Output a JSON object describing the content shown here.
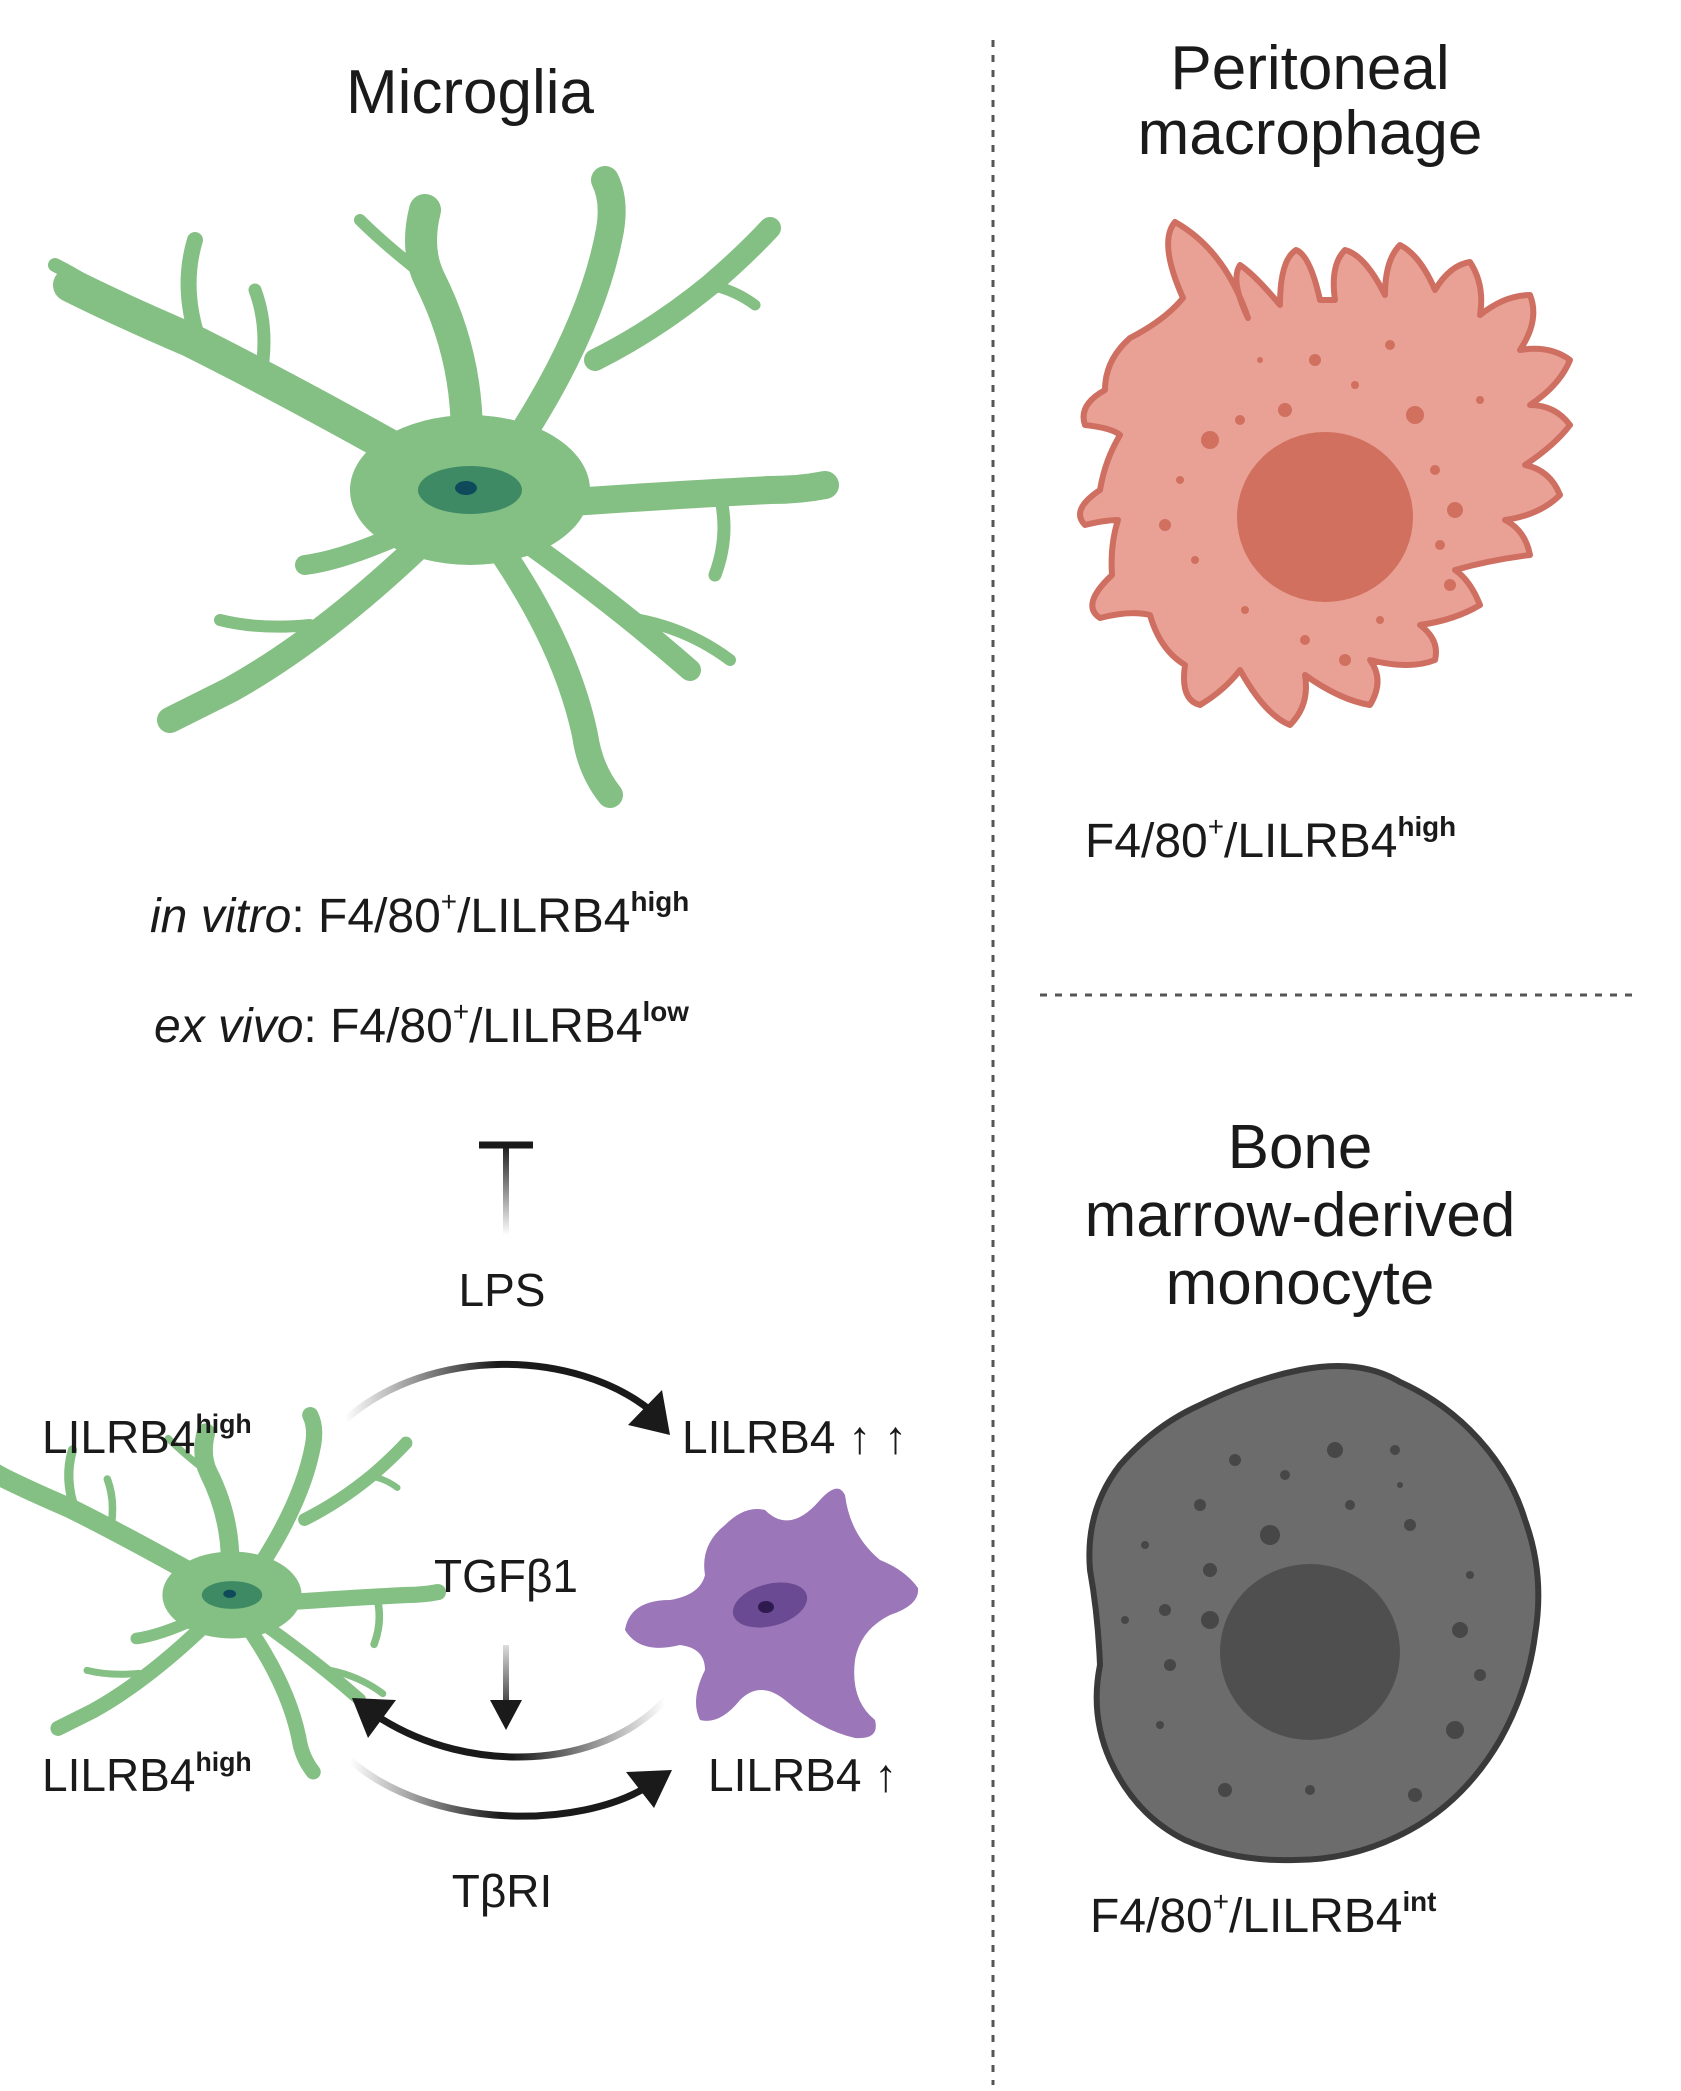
{
  "panels": {
    "microglia": {
      "title": "Microglia",
      "line1": {
        "prefix": "in vitro",
        "sep": ": ",
        "base": "F4/80",
        "plus": "+",
        "mid": "/LILRB4",
        "level": "high"
      },
      "line2": {
        "prefix": "ex vivo",
        "sep": ": ",
        "base": "F4/80",
        "plus": "+",
        "mid": "/LILRB4",
        "level": "low"
      }
    },
    "peritoneal": {
      "title_line1": "Peritoneal",
      "title_line2": "macrophage",
      "marker": {
        "base": "F4/80",
        "plus": "+",
        "mid": "/LILRB4",
        "level": "high"
      }
    },
    "bone_marrow": {
      "title_line1": "Bone",
      "title_line2": "marrow-derived",
      "title_line3": "monocyte",
      "marker": {
        "base": "F4/80",
        "plus": "+",
        "mid": "/LILRB4",
        "level": "int"
      }
    }
  },
  "pathway": {
    "top_left": {
      "base": "LILRB4",
      "level": "high"
    },
    "bottom_left": {
      "base": "LILRB4",
      "level": "high"
    },
    "top_right": "LILRB4 ↑ ↑",
    "bottom_right": "LILRB4 ↑",
    "top_agent": "LPS",
    "middle_agent": "TGFβ1",
    "bottom_agent": "TβRI"
  },
  "colors": {
    "microglia_fill": "#84bf84",
    "microglia_nucleus": "#3d8a64",
    "microglia_nucleolus": "#0f4a5a",
    "macrophage_fill": "#e8a194",
    "macrophage_outline": "#cf6f61",
    "macrophage_nucleus": "#d1705f",
    "monocyte_fill": "#6c6c6c",
    "monocyte_outline": "#3a3a3a",
    "monocyte_nucleus": "#4f4f4f",
    "activated_cell_fill": "#9b76b8",
    "activated_nucleus": "#6a4a92",
    "arrow_color": "#1a1a1a"
  },
  "icons": [
    "microglia-cell",
    "peritoneal-macrophage-cell",
    "bone-marrow-monocyte-cell",
    "activated-microglia-cell",
    "inhibition-bar-icon"
  ]
}
